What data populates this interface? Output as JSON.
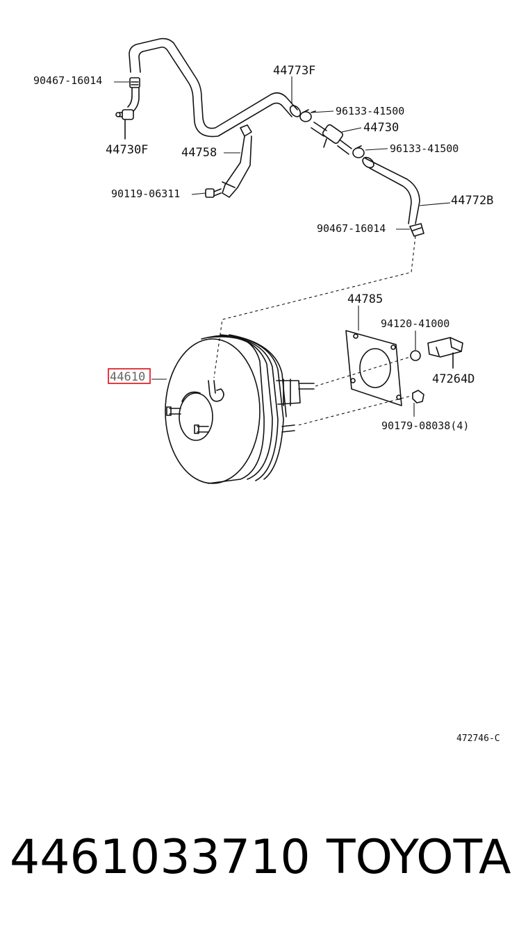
{
  "diagram": {
    "callouts": {
      "c_90467_top": "90467-16014",
      "c_44773F": "44773F",
      "c_96133_top": "96133-41500",
      "c_44730": "44730",
      "c_96133_mid": "96133-41500",
      "c_44730F": "44730F",
      "c_44758": "44758",
      "c_90119": "90119-06311",
      "c_44772B": "44772B",
      "c_90467_mid": "90467-16014",
      "c_44785": "44785",
      "c_94120": "94120-41000",
      "c_44610": "44610",
      "c_47264D": "47264D",
      "c_90179": "90179-08038(4)"
    },
    "highlight_color": "#e0242c",
    "drawing_code": "472746-C"
  },
  "footer": {
    "part_number": "4461033710",
    "brand": "TOYOTA"
  }
}
